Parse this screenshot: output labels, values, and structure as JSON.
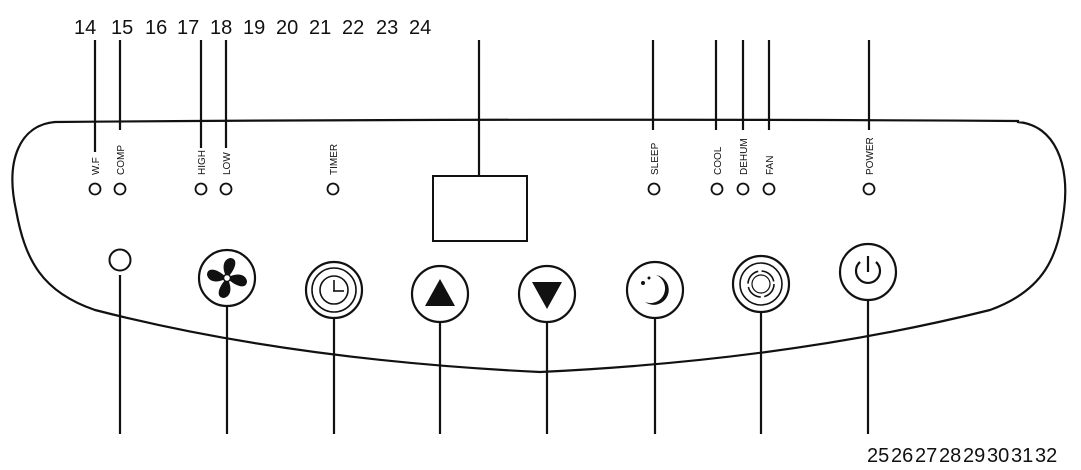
{
  "diagram": {
    "top_callouts": [
      "14",
      "15",
      "16",
      "17",
      "18",
      "19",
      "20",
      "21",
      "22",
      "23",
      "24"
    ],
    "bottom_callouts": [
      "25",
      "26",
      "27",
      "28",
      "29",
      "30",
      "31",
      "32"
    ],
    "indicators": [
      {
        "id": "wf",
        "label": "W.F"
      },
      {
        "id": "comp",
        "label": "COMP"
      },
      {
        "id": "high",
        "label": "HIGH"
      },
      {
        "id": "low",
        "label": "LOW"
      },
      {
        "id": "timer",
        "label": "TIMER"
      },
      {
        "id": "sleep",
        "label": "SLEEP"
      },
      {
        "id": "cool",
        "label": "COOL"
      },
      {
        "id": "dehum",
        "label": "DEHUM"
      },
      {
        "id": "fan",
        "label": "FAN"
      },
      {
        "id": "power",
        "label": "POWER"
      }
    ],
    "buttons": [
      {
        "id": "sensor",
        "icon": "sensor-window"
      },
      {
        "id": "fan-speed",
        "icon": "fan-icon"
      },
      {
        "id": "timer",
        "icon": "clock-icon"
      },
      {
        "id": "up",
        "icon": "arrow-up-icon"
      },
      {
        "id": "down",
        "icon": "arrow-down-icon"
      },
      {
        "id": "sleep",
        "icon": "moon-icon"
      },
      {
        "id": "mode",
        "icon": "mode-icon"
      },
      {
        "id": "power",
        "icon": "power-icon"
      }
    ],
    "colors": {
      "line": "#111111",
      "led_fill": "#ffffff",
      "background": "#ffffff"
    }
  }
}
